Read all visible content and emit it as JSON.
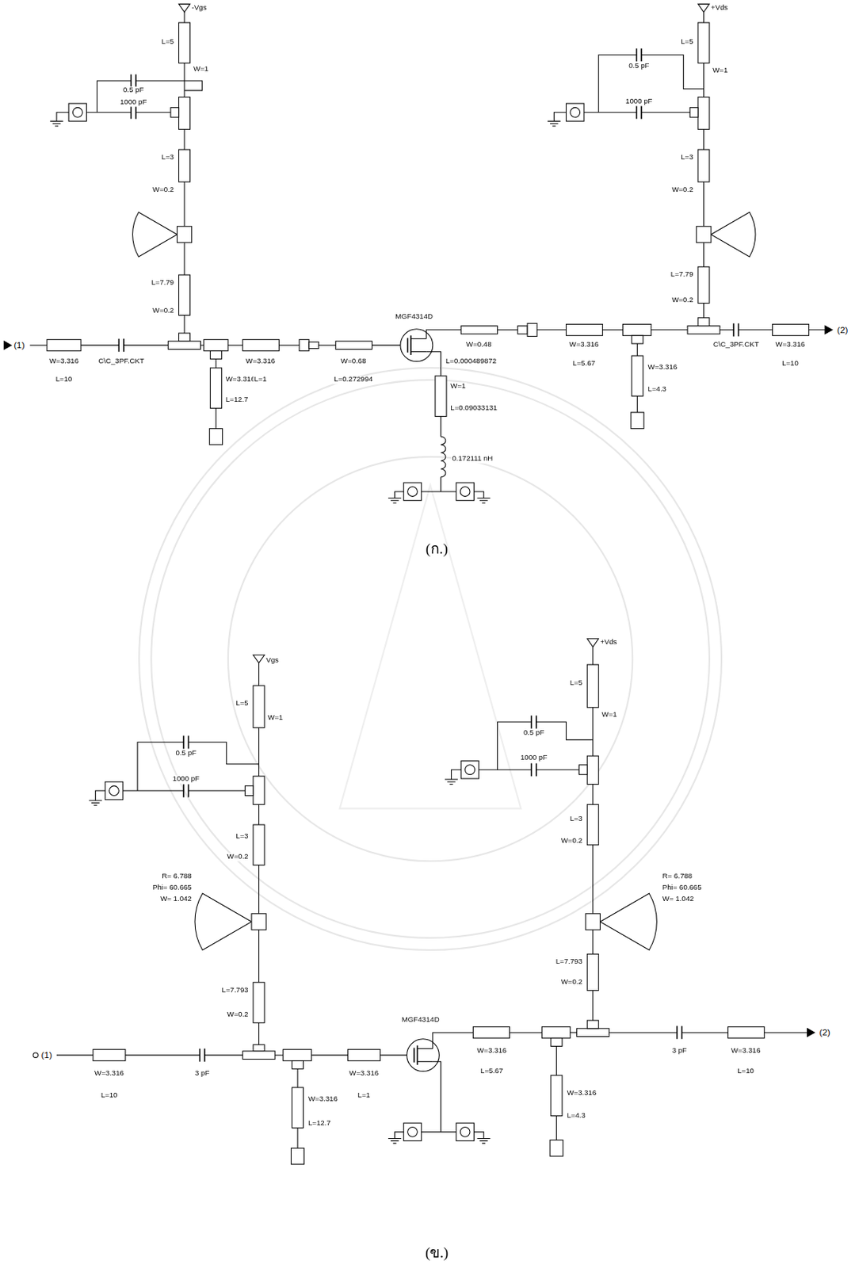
{
  "diagram": {
    "labels": [
      "-Vgs",
      "L=5",
      "W=1",
      "0.5 pF",
      "1000 pF",
      "L=3",
      "W=0.2",
      "L=7.79",
      "W=0.2",
      "+Vds",
      "L=5",
      "W=1",
      "0.5 pF",
      "1000 pF",
      "L=3",
      "W=0.2",
      "L=7.79",
      "W=0.2",
      "(1)",
      "W=3.316",
      "L=10",
      "C\\C_3PF.CKT",
      "W=3.316",
      "L=12.7",
      "W=3.316",
      "L=1",
      "W=0.68",
      "L=0.272994",
      "MGF4314D",
      "L=0.000489872",
      "W=1",
      "L=0.09033131",
      "0.172111 nH",
      "W=0.48",
      "W=3.316",
      "L=5.67",
      "W=3.316",
      "L=4.3",
      "C\\C_3PF.CKT",
      "W=3.316",
      "L=10",
      "(2)",
      "(ก.)",
      "Vgs",
      "L=5",
      "W=1",
      "0.5 pF",
      "1000 pF",
      "L=3",
      "W=0.2",
      "R= 6.788",
      "Phi= 60.665",
      "W= 1.042",
      "L=7.793",
      "W=0.2",
      "+Vds",
      "L=5",
      "W=1",
      "0.5 pF",
      "1000 pF",
      "L=3",
      "W=0.2",
      "R= 6.788",
      "Phi= 60.665",
      "W= 1.042",
      "L=7.793",
      "W=0.2",
      "(1)",
      "W=3.316",
      "L=10",
      "3 pF",
      "W=3.316",
      "L=12.7",
      "W=3.316",
      "L=1",
      "MGF4314D",
      "W=3.316",
      "L=5.67",
      "W=3.316",
      "L=4.3",
      "3 pF",
      "W=3.316",
      "L=10",
      "(2)",
      "(ข.)"
    ]
  }
}
